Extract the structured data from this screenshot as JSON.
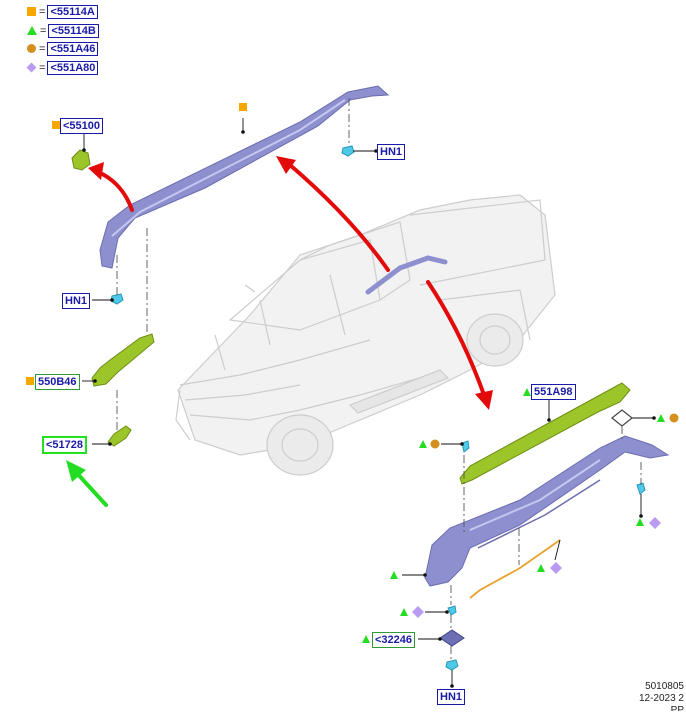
{
  "colors": {
    "square": "#f5a700",
    "triangle": "#22dd22",
    "circle": "#d58f1e",
    "diamond": "#b99cf2",
    "rail": "#8e8fcf",
    "bracket": "#9cc52a",
    "arrow_red": "#e30a0a",
    "arrow_green": "#22dd22",
    "clip": "#4ec9e8"
  },
  "legend": [
    {
      "shape": "square-icon",
      "eq": "=",
      "code": "<55114A"
    },
    {
      "shape": "triangle-icon",
      "eq": "=",
      "code": "<55114B"
    },
    {
      "shape": "circle-icon",
      "eq": "=",
      "code": "<551A46"
    },
    {
      "shape": "diamond-icon",
      "eq": "=",
      "code": "<551A80"
    }
  ],
  "labels": {
    "l55100": "<55100",
    "hn1_a": "HN1",
    "hn1_b": "HN1",
    "hn1_c": "HN1",
    "l550B46": "550B46",
    "l51728": "<51728",
    "l551A98": "551A98",
    "l32246": "<32246"
  },
  "reference": {
    "line1": "5010805",
    "line2": "12-2023 2",
    "line3": "PP"
  }
}
